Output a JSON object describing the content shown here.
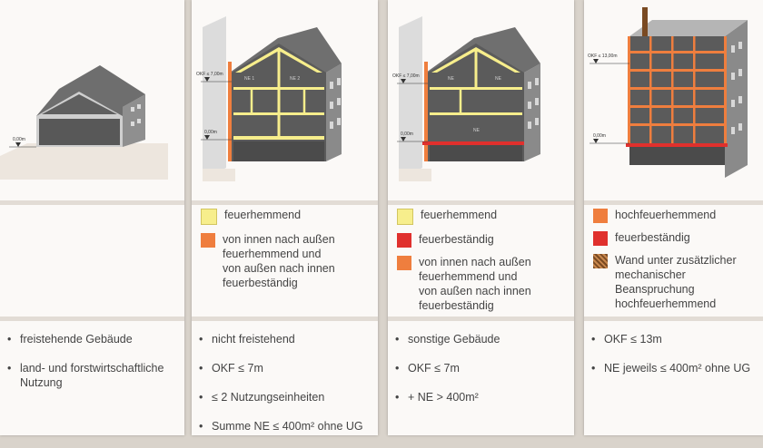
{
  "colors": {
    "feuerhemmend": "#f7ee8c",
    "hochfeuerhemmend": "#ef7e3e",
    "feuerbestaendig": "#e0302d",
    "wand_mechanisch": "#7a4a22"
  },
  "columns": [
    {
      "legend": [],
      "criteria": [
        "freistehende Gebäude",
        "land- und forstwirtschaftliche\nNutzung"
      ]
    },
    {
      "legend": [
        {
          "text": "feuerhemmend",
          "icon": "yellow-swatch"
        },
        {
          "text": "von innen nach außen\nfeuerhemmend und\nvon außen nach innen\nfeuerbeständig",
          "icon": "orange-swatch"
        }
      ],
      "criteria": [
        "nicht freistehend",
        "OKF ≤ 7m",
        "≤ 2 Nutzungseinheiten",
        "Summe NE ≤ 400m² ohne UG"
      ]
    },
    {
      "legend": [
        {
          "text": "feuerhemmend",
          "icon": "yellow-swatch"
        },
        {
          "text": "feuerbeständig",
          "icon": "red-swatch"
        },
        {
          "text": "von innen nach außen\nfeuerhemmend und\nvon außen nach innen\nfeuerbeständig",
          "icon": "orange-swatch"
        }
      ],
      "criteria": [
        "sonstige Gebäude",
        "OKF ≤ 7m",
        "+ NE > 400m²"
      ]
    },
    {
      "legend": [
        {
          "text": "hochfeuerhemmend",
          "icon": "orange-swatch"
        },
        {
          "text": "feuerbeständig",
          "icon": "red-swatch"
        },
        {
          "text": "Wand unter zusätzlicher\nmechanischer Beanspruchung\nhochfeuerhemmend",
          "icon": "brown-hatched-swatch"
        }
      ],
      "criteria": [
        "OKF ≤ 13m",
        "NE jeweils ≤ 400m² ohne UG"
      ]
    }
  ],
  "diagram_labels": {
    "level_zero": "0,00m",
    "okf_7": "OKF ≤ 7,00m",
    "okf_13": "OKF ≤ 13,00m",
    "ne1": "NE 1",
    "ne2": "NE 2",
    "ne": "NE"
  }
}
